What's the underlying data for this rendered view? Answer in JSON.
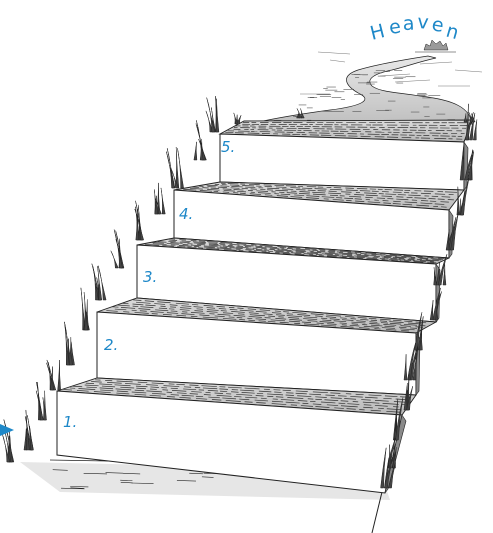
{
  "title": "Heaven",
  "steps": [
    {
      "label": "1."
    },
    {
      "label": "2."
    },
    {
      "label": "3."
    },
    {
      "label": "4."
    },
    {
      "label": "5."
    }
  ],
  "colors": {
    "label": "#1e88c8",
    "arrow": "#1e88c8",
    "ink": "#222222",
    "riser": "#ffffff"
  }
}
